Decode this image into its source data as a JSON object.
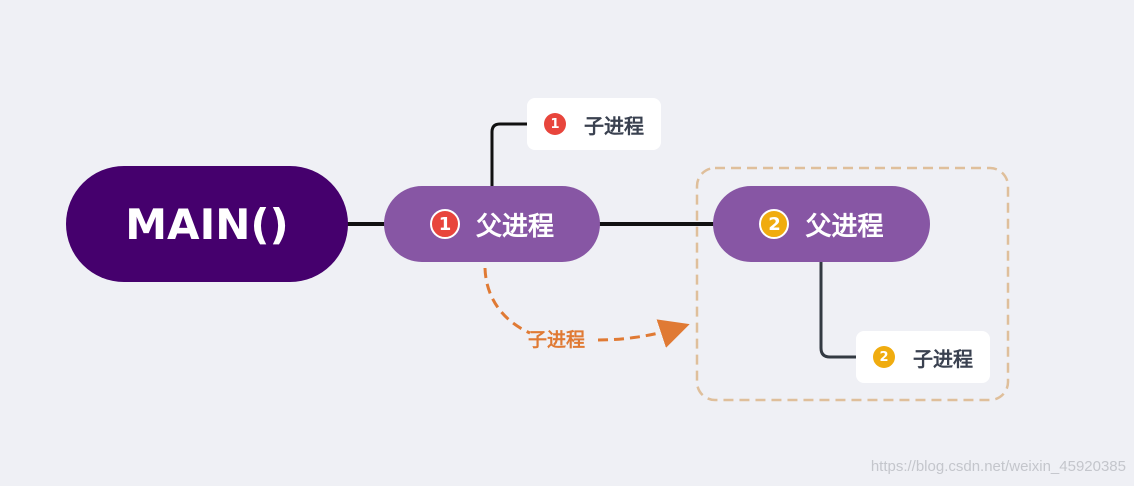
{
  "main": {
    "label": "MAIN()"
  },
  "process1": {
    "badge": "1",
    "parent_label": "父进程",
    "child_badge": "1",
    "child_label": "子进程"
  },
  "process2": {
    "badge": "2",
    "parent_label": "父进程",
    "child_badge": "2",
    "child_label": "子进程"
  },
  "fork_arrow": {
    "label": "子进程"
  },
  "watermark": "https://blog.csdn.net/weixin_45920385",
  "colors": {
    "background": "#eff0f5",
    "main_node": "#45006d",
    "parent_node": "#8756a4",
    "badge_red": "#e8453c",
    "badge_yellow": "#f0ac0f",
    "arrow": "#e07a34",
    "group_border": "#dfbf9b"
  }
}
